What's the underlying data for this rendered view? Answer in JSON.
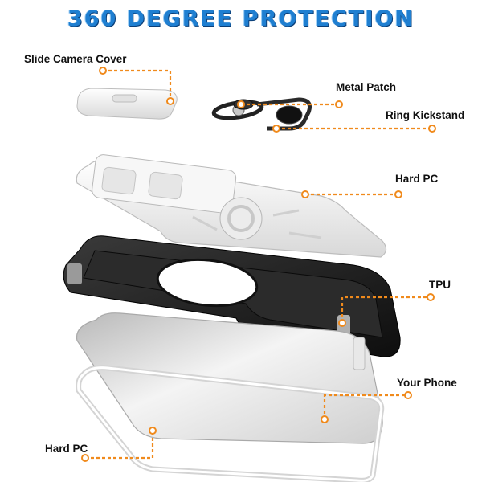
{
  "title": "360 DEGREE PROTECTION",
  "colors": {
    "title_blue": "#1f7fd1",
    "leader_orange": "#f08a1c",
    "case_black": "#1b1b1b",
    "hard_pc_white": "#f2f2f2",
    "phone_gray": "#d9d9d9"
  },
  "labels": {
    "slide_camera_cover": "Slide Camera Cover",
    "metal_patch": "Metal Patch",
    "ring_kickstand": "Ring Kickstand",
    "hard_pc_top": "Hard PC",
    "tpu": "TPU",
    "your_phone": "Your Phone",
    "hard_pc_bottom": "Hard PC"
  }
}
